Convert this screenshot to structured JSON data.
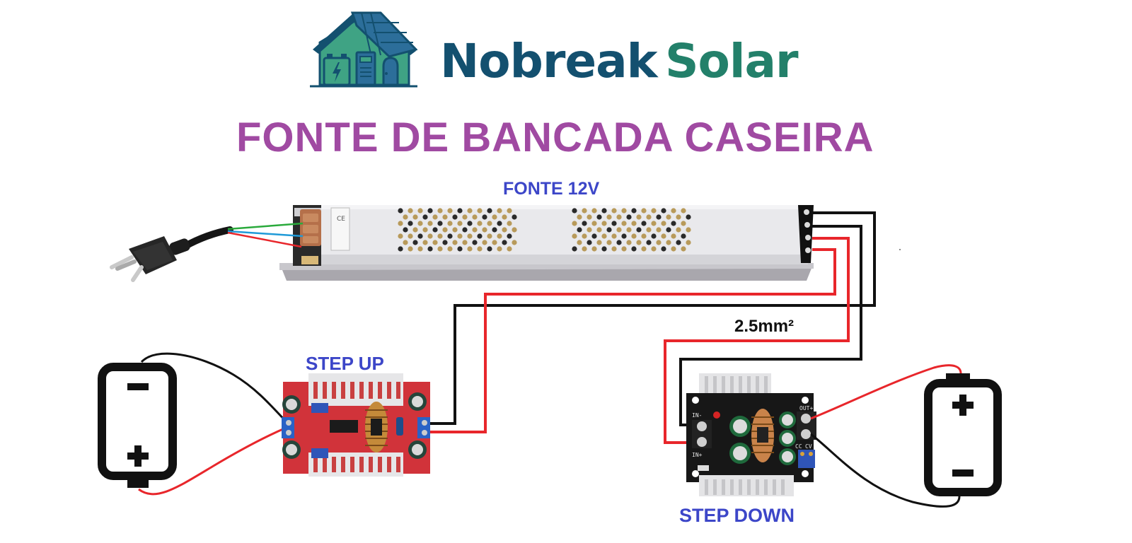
{
  "logo": {
    "word1": "Nobreak",
    "word2": "Solar",
    "colors": {
      "word1": "#13506f",
      "word2": "#23806a",
      "house_wall": "#3fa384",
      "roof_panels": "#2c6e9a",
      "outline": "#13506f"
    }
  },
  "title": {
    "text": "FONTE DE BANCADA CASEIRA",
    "color": "#a04aa2"
  },
  "components": {
    "power_supply": {
      "label": "FONTE 12V",
      "label_color": "#3c46c8"
    },
    "step_up": {
      "label": "STEP UP",
      "label_color": "#3c46c8"
    },
    "step_down": {
      "label": "STEP DOWN",
      "label_color": "#3c46c8",
      "pin_labels": {
        "in_neg": "IN-",
        "in_pos": "IN+",
        "out_pos": "OUT+",
        "cc": "CC",
        "cv": "CV"
      }
    },
    "battery_left": {
      "terminal_top": "−",
      "terminal_bottom": "+"
    },
    "battery_right": {
      "terminal_top": "+",
      "terminal_bottom": "−"
    },
    "plug": {
      "wires": [
        "green",
        "blue",
        "red"
      ]
    }
  },
  "annotations": {
    "wire_gauge": "2.5mm²"
  },
  "wire_colors": {
    "positive": "#e8262b",
    "negative": "#111111",
    "earth": "#2aaa3c",
    "neutral": "#1f9ad8"
  }
}
